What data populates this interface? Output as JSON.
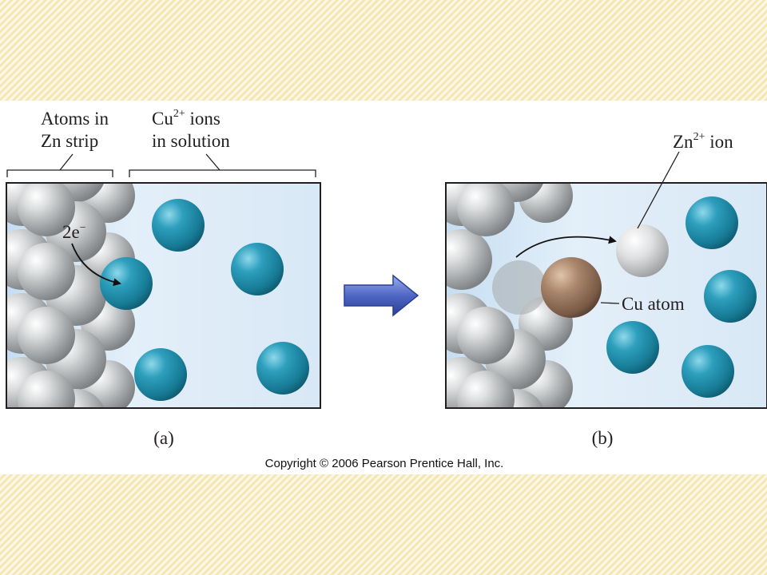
{
  "left_panel": {
    "label_atoms_line1": "Atoms in",
    "label_atoms_line2": "Zn strip",
    "label_ions_base": "Cu",
    "label_ions_sup": "2+",
    "label_ions_rest": " ions",
    "label_ions_line2": "in solution",
    "electron_base": "2e",
    "electron_sup": "−",
    "caption": "(a)"
  },
  "right_panel": {
    "zn_ion_base": "Zn",
    "zn_ion_sup": "2+",
    "zn_ion_rest": " ion",
    "cu_atom_label": "Cu atom",
    "caption": "(b)"
  },
  "copyright": "Copyright © 2006 Pearson Prentice Hall, Inc.",
  "colors": {
    "zn_atom": "#a9acae",
    "cu_ion": "#1f8aa5",
    "cu_atom": "#8f6d55",
    "zn_ion": "#c4c6c7",
    "solution": "#d5e7f5",
    "arrow": "#4f66c4",
    "band": "#fbefc5"
  }
}
